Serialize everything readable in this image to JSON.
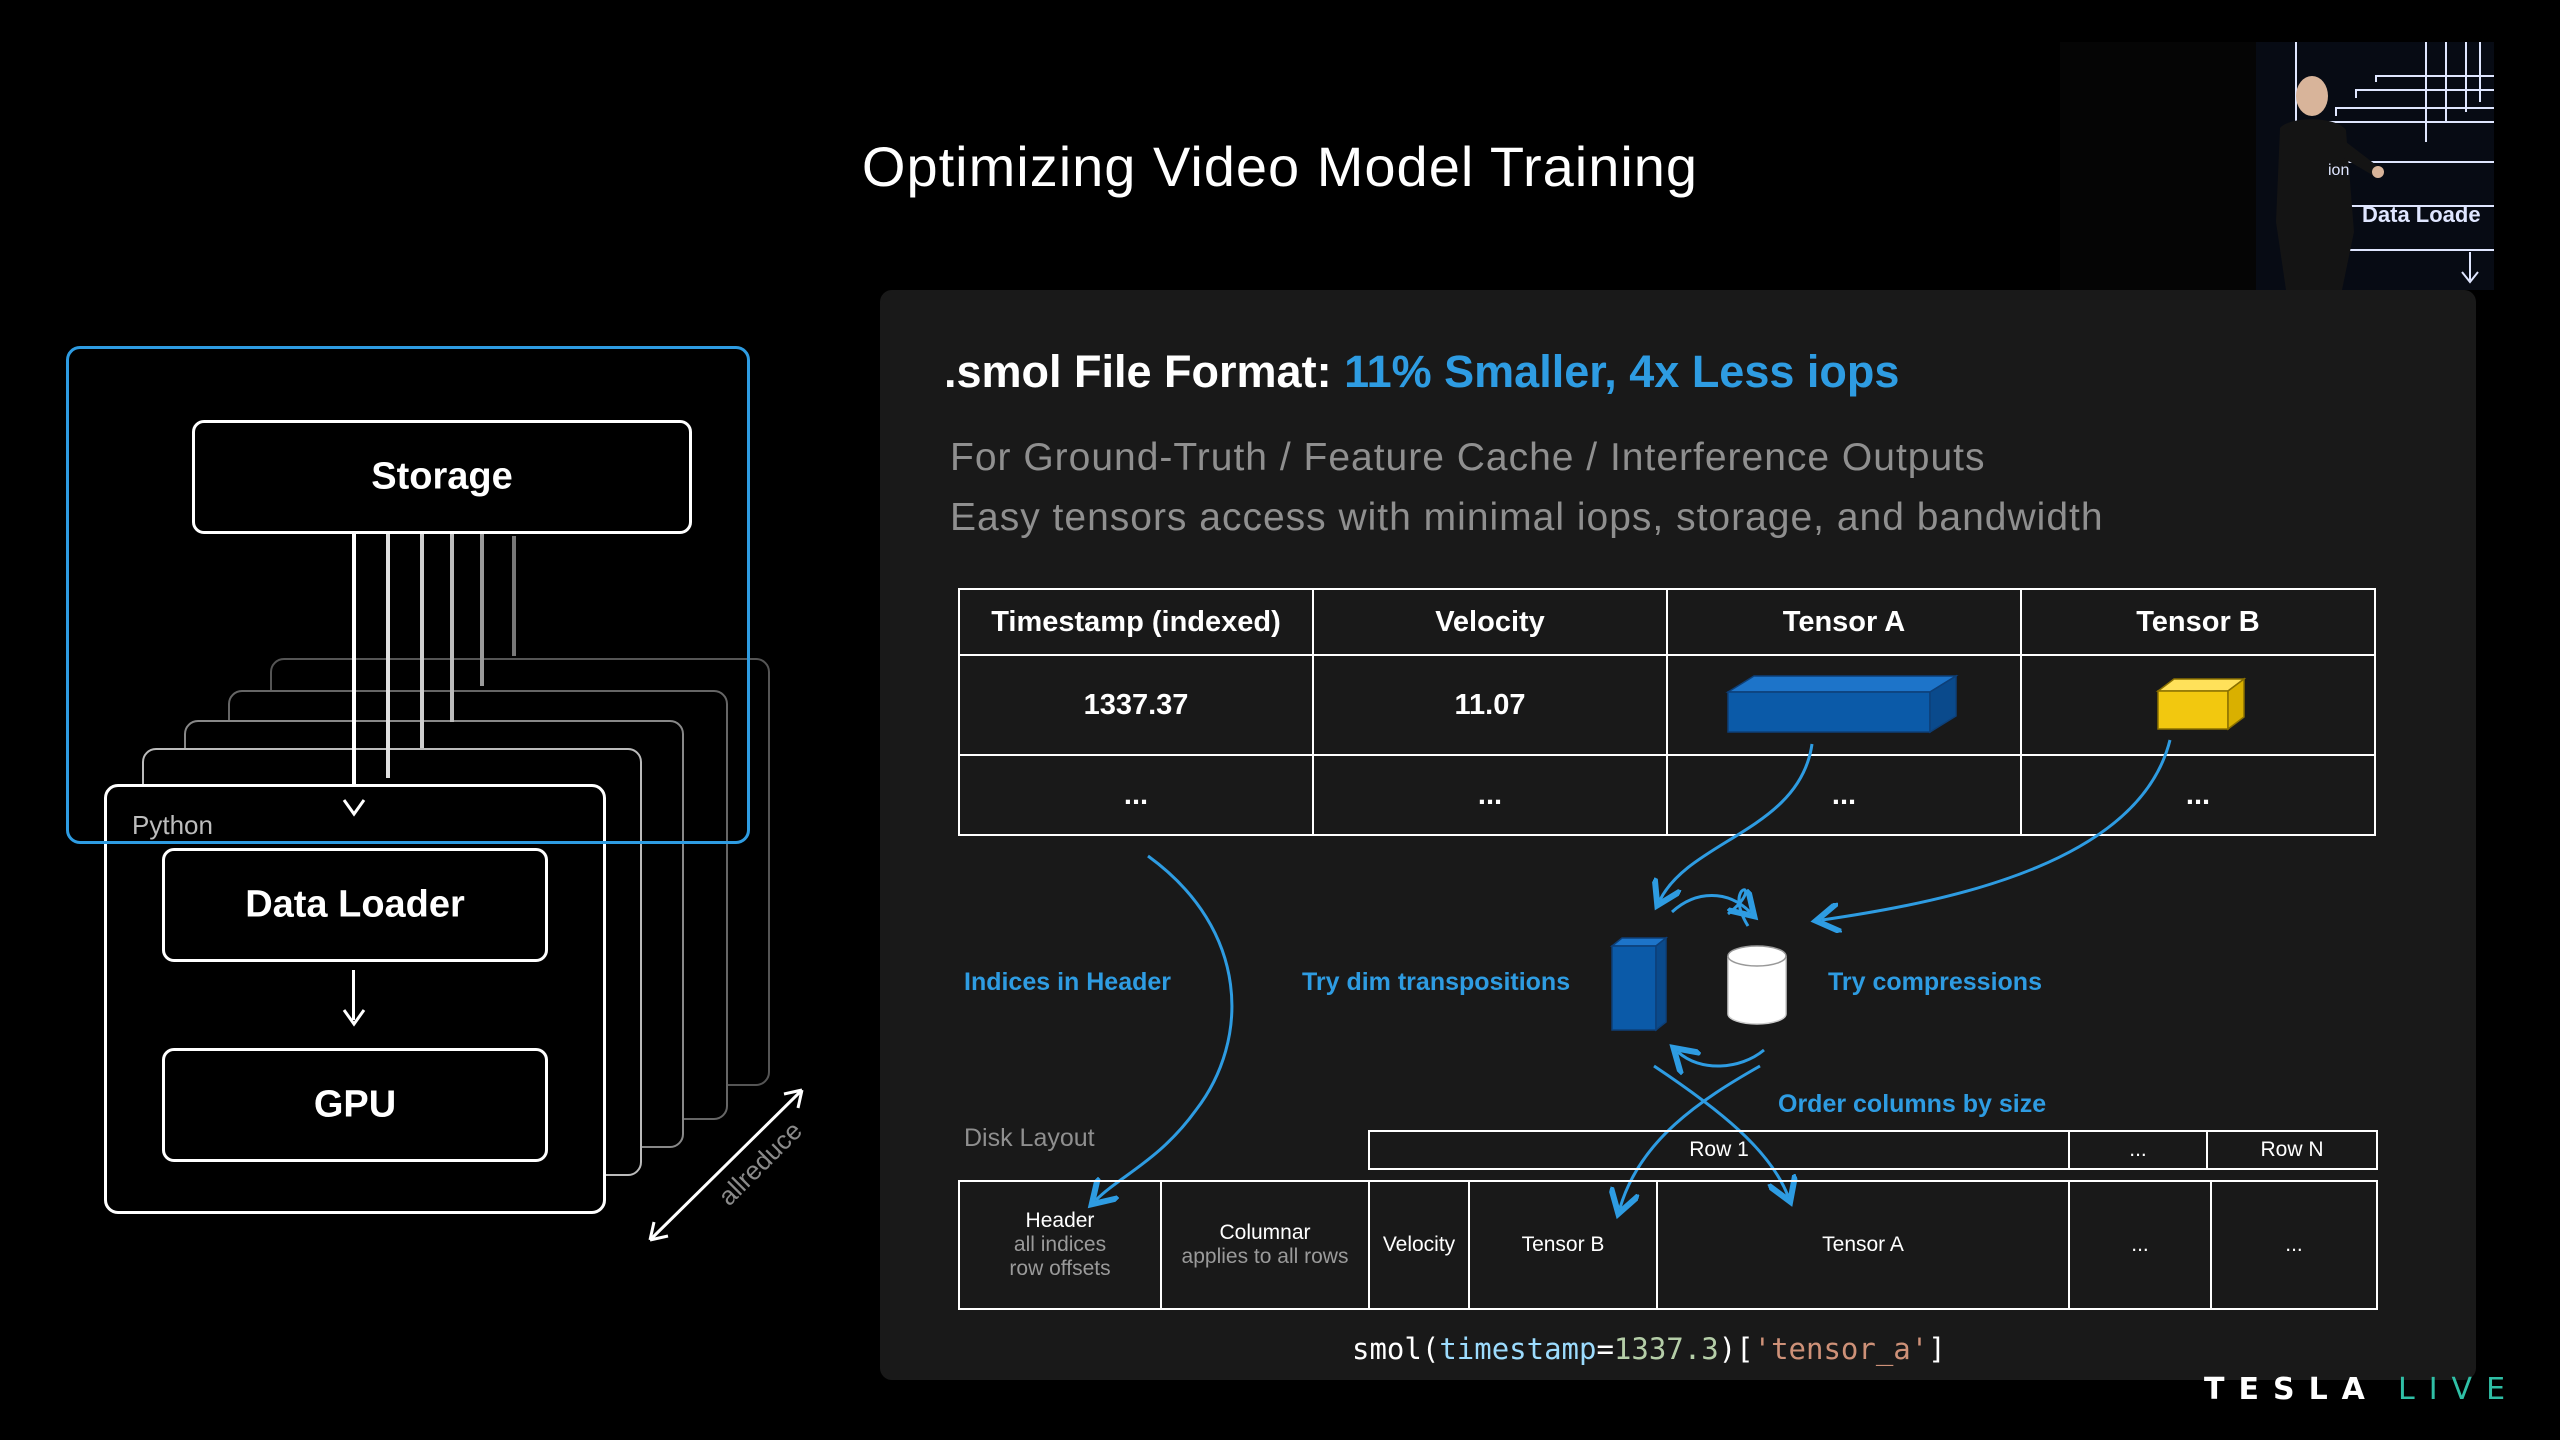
{
  "slide": {
    "title": "Optimizing Video Model Training"
  },
  "architecture": {
    "storage_label": "Storage",
    "python_label": "Python",
    "dataloader_label": "Data Loader",
    "gpu_label": "GPU",
    "allreduce_label": "allreduce"
  },
  "panel": {
    "heading_main": ".smol File Format: ",
    "heading_accent": "11% Smaller, 4x Less iops",
    "subline_1": "For Ground-Truth / Feature Cache / Interference Outputs",
    "subline_2": "Easy tensors access with minimal iops, storage, and bandwidth",
    "table": {
      "headers": [
        "Timestamp (indexed)",
        "Velocity",
        "Tensor A",
        "Tensor B"
      ],
      "row_1": [
        "1337.37",
        "11.07"
      ],
      "row_2": [
        "...",
        "...",
        "...",
        "..."
      ]
    },
    "notes": {
      "indices": "Indices in Header",
      "transpositions": "Try dim transpositions",
      "compressions": "Try compressions",
      "order_columns": "Order columns by size"
    },
    "disk_layout_label": "Disk Layout",
    "row_header": [
      "Row 1",
      "...",
      "Row N"
    ],
    "disk_cells": {
      "header_title": "Header",
      "header_sub_1": "all indices",
      "header_sub_2": "row offsets",
      "columnar_title": "Columnar",
      "columnar_sub": "applies to all rows",
      "velocity": "Velocity",
      "tensor_b": "Tensor B",
      "tensor_a": "Tensor A",
      "ellipsis_1": "...",
      "ellipsis_2": "..."
    },
    "code": {
      "fn": "smol(",
      "kw": "timestamp",
      "eq": "=",
      "num": "1337.3",
      "mid": ")[",
      "str": "'tensor_a'",
      "end": "]"
    }
  },
  "speaker_inset": {
    "label": "Data Loade",
    "partial_label": "ion"
  },
  "footer": {
    "brand": "TESLA",
    "live": "LIVE"
  },
  "colors": {
    "accent": "#2e9ce2",
    "tensor_a": "#0b5aa8",
    "tensor_b": "#f2c80f",
    "live": "#2fbfa6"
  }
}
